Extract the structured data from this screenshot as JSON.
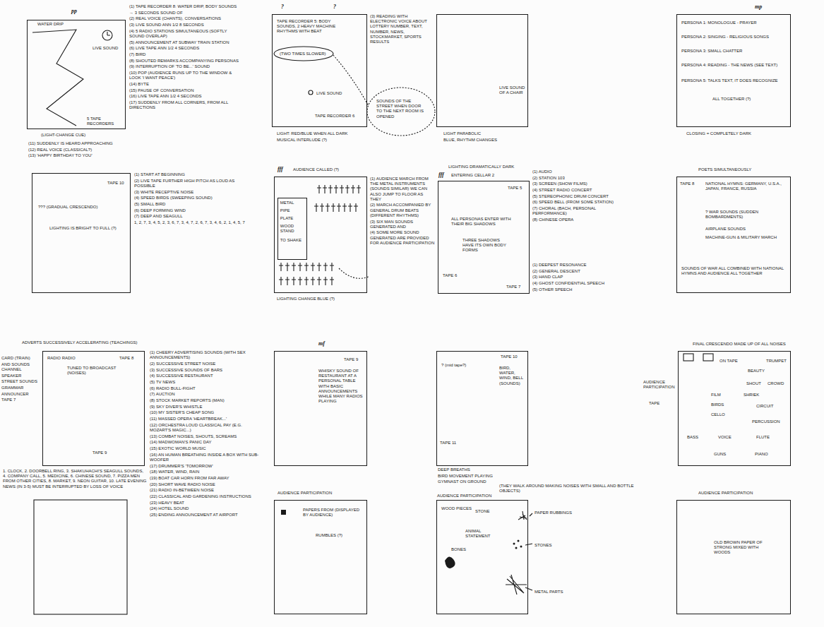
{
  "diagram": {
    "nodes": [
      {
        "text": [
          "pp",
          "WATER DRIP",
          "LIVE SOUND",
          "5 TAPE RECORDERS"
        ]
      },
      {
        "text": [
          "?",
          "?",
          "TAPE RECORDER 5: BODY SOUNDS, 2 HEAVY MACHINE RHYTHMS WITH BEAT",
          "(TWO TIMES SLOWER)",
          "LIVE SOUND",
          "TAPE RECORDER 6"
        ]
      },
      {
        "text": [
          "LIVE SOUND OF A CHAIR"
        ]
      },
      {
        "text": [
          "mp",
          "PERSONA 1: MONOLOGUE - PRAYER",
          "PERSONA 2: SINGING - RELIGIOUS SONGS",
          "PERSONA 3: SMALL CHATTER",
          "PERSONA 4: READING - THE NEWS (SEE TEXT)",
          "PERSONA 5: TALKS TEXT, IT DOES RECOGNIZE",
          "ALL TOGETHER (?)"
        ]
      },
      {
        "text": [
          "TAPE 10",
          "??? (GRADUAL CRESCENDO)",
          "LIGHTING IS BRIGHT TO FULL (?)"
        ]
      },
      {
        "text": [
          "fff",
          "AUDIENCE CALLED (?)"
        ]
      },
      {
        "text": [
          "METAL",
          "PIPE",
          "PLATE",
          "WOOD STAND",
          "TO SHAKE"
        ],
        "in": 5
      },
      {
        "text": [
          "LIGHTING DRAMATICALLY DARK",
          "fff",
          "ENTERING CELLAR 2",
          "TAPE 5",
          "ALL PERSONAS ENTER WITH THEIR BIG SHADOWS",
          "THREE SHADOWS HAVE ITS OWN BODY FORMS",
          "TAPE 6",
          "TAPE 7"
        ]
      },
      {
        "text": [
          "POETS SIMULTANEOUSLY",
          "TAPE 8",
          "NATIONAL HYMNS: GERMANY, U.S.A., JAPAN, FRANCE, RUSSIA",
          "? WAR SOUNDS (SUDDEN BOMBARDMENTS)",
          "AIRPLANE SOUNDS",
          "MACHINE-GUN & MILITARY MARCH",
          "SOUNDS OF WAR ALL COMBINED WITH NATIONAL HYMNS AND AUDIENCE ALL TOGETHER"
        ]
      },
      {
        "text": [
          "ADVERTS SUCCESSIVELY ACCELERATING (TEACHINGS)",
          "RADIO RADIO",
          "TUNED TO BROADCAST (NOISES)",
          "TAPE 8",
          "TAPE 9"
        ]
      },
      {
        "text": [
          "mf",
          "TAPE 9",
          "WHISKY SOUND OF RESTAURANT AT A PERSONAL TABLE WITH BASIC ANNOUNCEMENTS WHILE MANY RADIOS PLAYING"
        ]
      },
      {
        "text": [
          "? (mid tape?)",
          "TAPE 10",
          "BIRD, WATER, WIND, BELL (SOUNDS)",
          "TAPE 11"
        ]
      },
      {
        "text": [
          "FINAL CRESCENDO MADE UP OF ALL NOISES",
          "AUDIENCE PARTICIPATION",
          "TAPE",
          "ON TAPE",
          "BEAUTY",
          "TRUMPET",
          "SHOUT",
          "CROWD",
          "SHRIEK",
          "CIRCUIT",
          "FILM",
          "BIRDS",
          "CELLO",
          "PERCUSSION",
          "BASS",
          "VOICE",
          "FLUTE",
          "GUNS",
          "PIANO"
        ]
      },
      {
        "text": [
          "AUDIENCE PARTICIPATION",
          "PAPERS FROM (DISPLAYED BY AUDIENCE)",
          "RUMBLES (?)"
        ]
      },
      {
        "text": [
          "AUDIENCE PARTICIPATION",
          "(THEY WALK AROUND MAKING NOISES WITH SMALL AND BOTTLE OBJECTS)",
          "WOOD PIECES",
          "STONE",
          "ANIMAL STATEMENT",
          "BONES",
          "PAPER RUBBINGS",
          "STONES",
          "METAL PARTS"
        ]
      },
      {
        "text": [
          "AUDIENCE PARTICIPATION",
          "OLD BROWN PAPER OF STRONG MIXED WITH WOODS"
        ]
      }
    ],
    "labels": [
      "(1) TAPE RECORDER 8: WATER DRIP, BODY SOUNDS",
      "→ 3 SECONDS SOUND OF",
      "(2) REAL VOICE (CHANTS), CONVERSATIONS",
      "(3) LIVE SOUND ANN 1/2 8 SECONDS",
      "(4) 5 RADIO STATIONS SIMULTANEOUS (SOFTLY SOUND OVERLAP)",
      "(5) ANNOUNCEMENT AT SUBWAY TRAIN STATION",
      "(6) LIVE TAPE ANN 1/2 4 SECONDS",
      "(7) BIRD",
      "(8) SHOUTED REMARKS ACCOMPANYING PERSONAS",
      "(9) INTERRUPTION OF 'TO BE...' SOUND",
      "(10) POP (AUDIENCE RUNS UP TO THE WINDOW & LOOK 'I WANT PEACE')",
      "(14) BYTE",
      "(15) PAUSE OF CONVERSATION",
      "(16) LIVE TAPE ANN 1/2 4 SECONDS",
      "(17) SUDDENLY FROM ALL CORNERS, FROM ALL DIRECTIONS",
      "(LIGHT-CHANGE CUE)",
      "(11) SUDDENLY IS HEARD APPROACHING",
      "(12) REAL VOICE (CLASSICAL?)",
      "(13) 'HAPPY BIRTHDAY TO YOU'",
      "(3) READING WITH ELECTRONIC VOICE ABOUT LOTTERY NUMBER, TEXT, NUMBER, NEWS, STOCKMARKET, SPORTS RESULTS",
      "SOUNDS OF THE STREET WHEN DOOR TO THE NEXT ROOM IS OPENED",
      "LIGHT: RED/BLUE WHEN ALL DARK",
      "MUSICAL INTERLUDE (?)",
      "LIGHT PARABOLIC",
      "BLUE, RHYTHM CHANGES",
      "CLOSING = COMPLETELY DARK",
      "(1) START AT BEGINNING",
      "(2) LIVE TAPE FURTHER HIGH PITCH AS LOUD AS POSSIBLE",
      "(3) WHITE RECEPTIVE NOISE",
      "(4) SPEED BIRDS (SWEEPING SOUND)",
      "(5) SMALL BIRD",
      "(6) DEEP FORMING WIND",
      "(7) DEEP AND SEAGULL",
      "1, 2, 7, 3, 4, 5, 2, 3, 6, 7, 3, 4, 7, 2, 6, 7, 3, 4, 6, 2, 1, 4, 5, 7",
      "(1) AUDIENCE MARCH FROM THE METAL INSTRUMENTS (SOUNDS SIMILAR) WE CAN ALSO JUMP TO FLOOR AS THEY",
      "(2) MARCH ACCOMPANIED BY GENERAL DRUM BEATS (DIFFERENT RHYTHMS)",
      "(3) SIX MAN SOUNDS GENERATED AND",
      "(4) SOME MORE SOUND GENERATED ARE PROVIDED FOR AUDIENCE PARTICIPATION",
      "LIGHTING CHANGE BLUE (?)",
      "(1) AUDIO",
      "(2) STATION 103",
      "(3) SCREEN (SHOW FILMS)",
      "(4) STREET RADIO CONCERT",
      "(5) STEREOPHONIC DRUM CONCERT",
      "(6) SPEED BELL (FROM SOME STATION)",
      "(7) CHORAL (BACH, PERSONAL PERFORMANCE)",
      "(8) CHINESE OPERA",
      "(1) DEEPEST RESONANCE",
      "(2) GENERAL DESCENT",
      "(3) HAND CLAP",
      "(4) GHOST CONFIDENTIAL SPEECH",
      "(5) OTHER SPEECH",
      "CARD (TRAIN)",
      "AND SOUNDS CHANNEL",
      "SPEAKER",
      "STREET SOUNDS",
      "GRAMMAR",
      "ANNOUNCER",
      "TAPE 7",
      "1. CLOCK, 2. DOORBELL RING, 3. SHAKUHACHI'S SEAGULL SOUNDS, 4. COMPANY CALL, 5. MEDICINE, 6. CHINESE SOUND, 7. PIZZA MEN FROM OTHER CITIES, 8. MARKET, 9. NEON GUITAR, 10. LATE EVENING NEWS (IN 3-5) MUST BE INTERRUPTED BY LOSS OF VOICE",
      "(1) CHEERY ADVERTISING SOUNDS (WITH SEX ANNOUNCEMENTS)",
      "(2) SUCCESSIVE STREET NOISE",
      "(3) SUCCESSIVE SOUNDS OF BARS",
      "(4) SUCCESSIVE RESTAURANT",
      "(5) TV NEWS",
      "(6) RADIO BULL-FIGHT",
      "(7) AUCTION",
      "(8) STOCK MARKET REPORTS (MAN)",
      "(9) SKY DIVER'S WHISTLE",
      "(10) MY SISTER'S CHEAP SONG",
      "(11) MASSED OPERA 'HEARTBREAK...'",
      "(12) ORCHESTRA LOUD CLASSICAL PAY (E.G. MOZART'S MAGIC...)",
      "(13) COMBAT NOISES, SHOUTS, SCREAMS",
      "(14) MADWOMAN'S PANIC DAY",
      "(15) EXOTIC WORLD MUSIC",
      "(16) AN HUMAN BREATHING INSIDE A BOX WITH SUB-WOOFER",
      "(17) DRUMMER'S 'TOMORROW'",
      "(18) WATER, WIND, RAIN",
      "(19) BOAT CAR HORN FROM FAR AWAY",
      "(20) SHORT WAVE RADIO NOISE",
      "(21) RADIO IN-BETWEEN NOISE",
      "(22) CLASSICAL AND GARDENING INSTRUCTIONS",
      "(23) HEAVY BEAT",
      "(24) HOTEL SOUND",
      "(25) ENDING ANNOUNCEMENT AT AIRPORT",
      "DEEP BREATHS",
      "BIRD MOVEMENT PLAYING",
      "GYMNAST ON GROUND"
    ]
  }
}
